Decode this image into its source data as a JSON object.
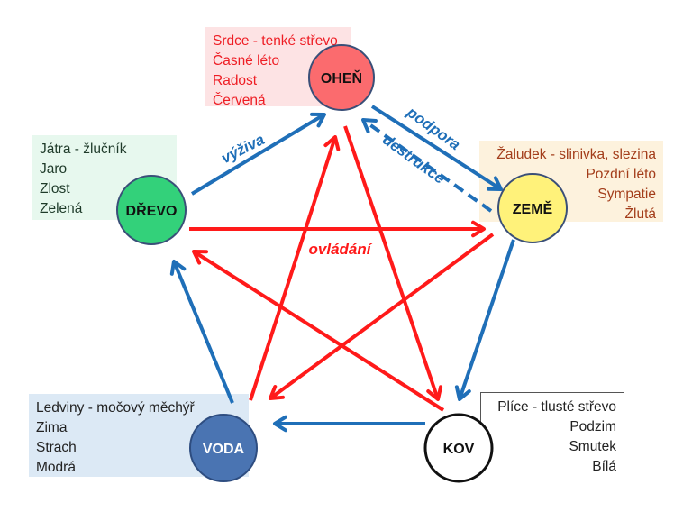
{
  "title": "Five elements (Wu Xing) cycle",
  "colors": {
    "support": "#1f6fb8",
    "control": "#ff1a1a"
  },
  "nodes": {
    "fire": {
      "label": "OHEŇ",
      "fill": "#fb6b6e",
      "stroke": "#3a4f78",
      "text_color": "#111111"
    },
    "earth": {
      "label": "ZEMĚ",
      "fill": "#fff27a",
      "stroke": "#3a4f78",
      "text_color": "#111111"
    },
    "metal": {
      "label": "KOV",
      "fill": "#ffffff",
      "stroke": "#111111",
      "text_color": "#111111"
    },
    "water": {
      "label": "VODA",
      "fill": "#4a74b2",
      "stroke": "#2e4d80",
      "text_color": "#ffffff"
    },
    "wood": {
      "label": "DŘEVO",
      "fill": "#33d17a",
      "stroke": "#3a4f78",
      "text_color": "#111111"
    }
  },
  "info": {
    "fire": [
      "Srdce - tenké střevo",
      "Časné léto",
      "Radost",
      "Červená"
    ],
    "wood": [
      "Játra - žlučník",
      "Jaro",
      "Zlost",
      "Zelená"
    ],
    "earth": [
      "Žaludek - slinivka, slezina",
      "Pozdní léto",
      "Sympatie",
      "Žlutá"
    ],
    "water": [
      "Ledviny - močový měchýř",
      "Zima",
      "Strach",
      "Modrá"
    ],
    "metal": [
      "Plíce - tlusté střevo",
      "Podzim",
      "Smutek",
      "Bílá"
    ]
  },
  "edge_labels": {
    "nutrition": "výživa",
    "support": "podpora",
    "destruction": "destrukce",
    "control": "ovládání"
  },
  "edges": [
    {
      "from": "wood",
      "to": "fire",
      "type": "support"
    },
    {
      "from": "fire",
      "to": "earth",
      "type": "support"
    },
    {
      "from": "earth",
      "to": "fire",
      "type": "destruction"
    },
    {
      "from": "earth",
      "to": "metal",
      "type": "support"
    },
    {
      "from": "metal",
      "to": "water",
      "type": "support"
    },
    {
      "from": "water",
      "to": "wood",
      "type": "support"
    },
    {
      "from": "wood",
      "to": "earth",
      "type": "control"
    },
    {
      "from": "earth",
      "to": "water",
      "type": "control"
    },
    {
      "from": "water",
      "to": "fire",
      "type": "control"
    },
    {
      "from": "fire",
      "to": "metal",
      "type": "control"
    },
    {
      "from": "metal",
      "to": "wood",
      "type": "control"
    }
  ]
}
